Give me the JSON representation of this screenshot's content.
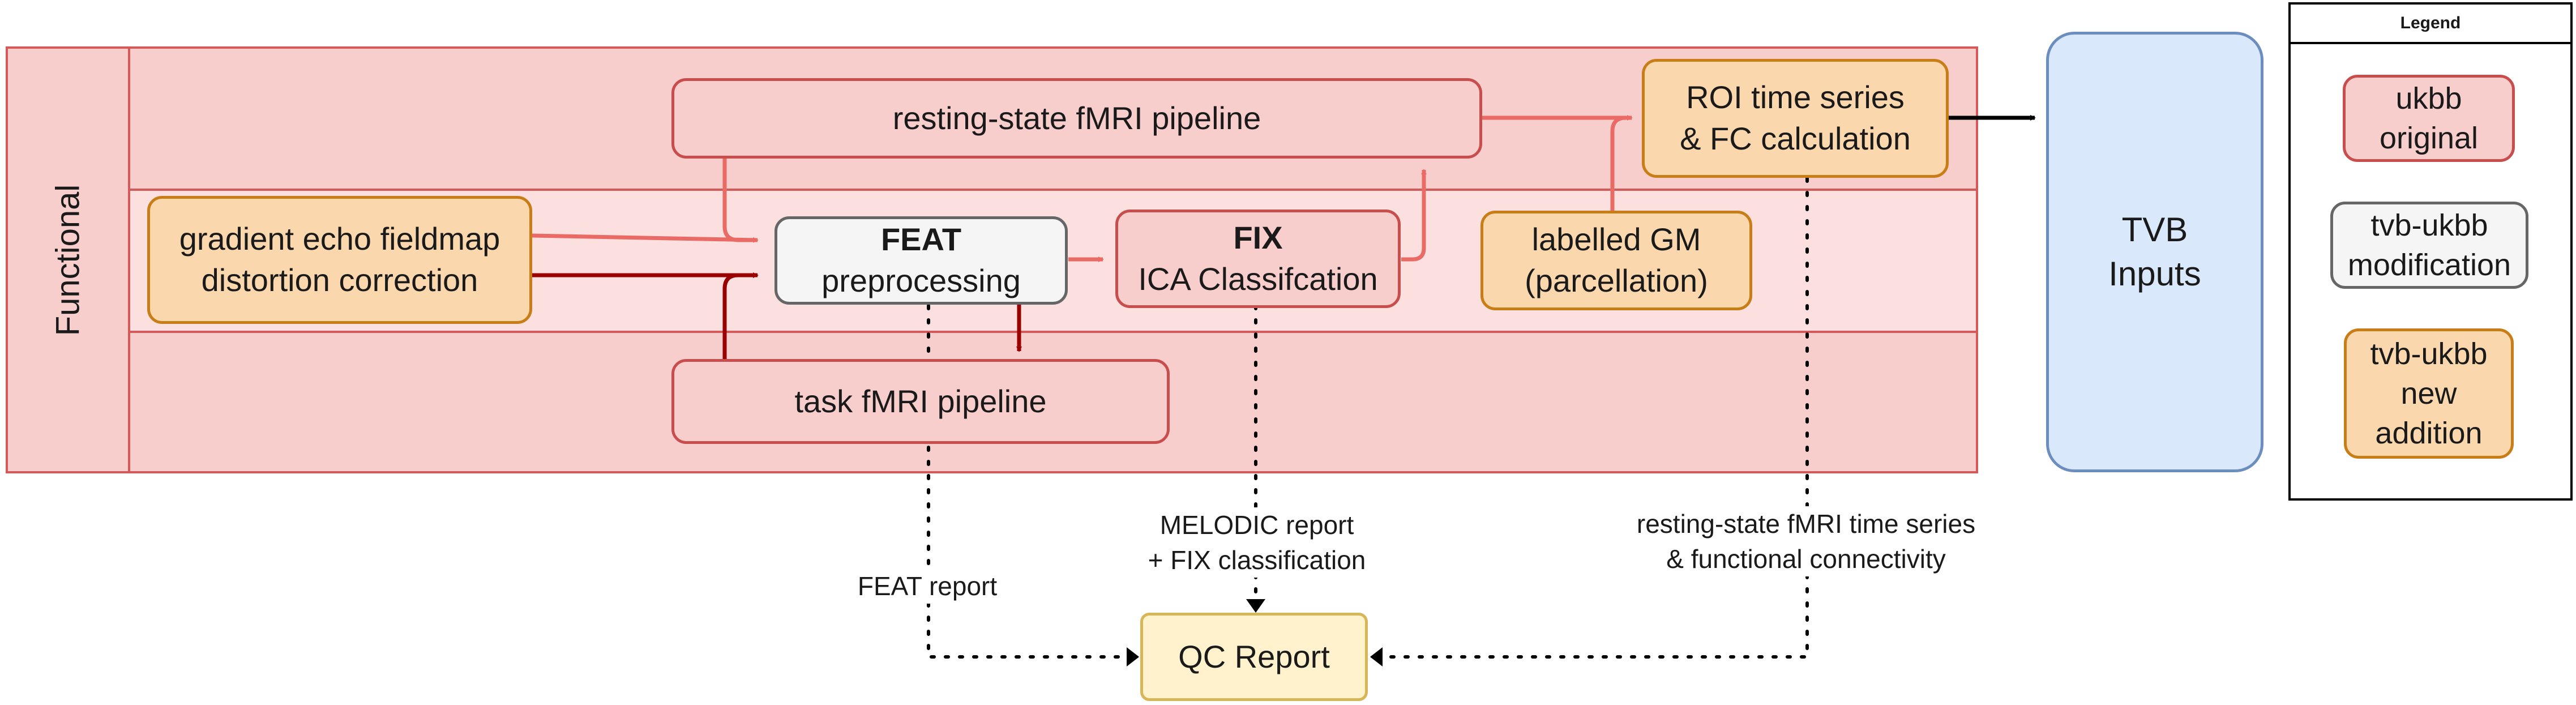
{
  "group": {
    "title": "Functional"
  },
  "nodes": {
    "resting_pipeline": "resting-state fMRI pipeline",
    "roi_line1": "ROI time series",
    "roi_line2": "& FC calculation",
    "fieldmap_line1": "gradient echo fieldmap",
    "fieldmap_line2": "distortion correction",
    "feat_title": "FEAT",
    "feat_sub": "preprocessing",
    "fix_title": "FIX",
    "fix_sub": "ICA Classifcation",
    "gm_line1": "labelled GM",
    "gm_line2": "(parcellation)",
    "task_pipeline": "task fMRI pipeline",
    "tvb_line1": "TVB",
    "tvb_line2": "Inputs",
    "qc_report": "QC Report"
  },
  "edge_labels": {
    "melodic_line1": "MELODIC report",
    "melodic_line2": "+ FIX classification",
    "feat_report": "FEAT report",
    "rs_line1": "resting-state fMRI time series",
    "rs_line2": "& functional connectivity"
  },
  "legend": {
    "title": "Legend",
    "ukbb_line1": "ukbb",
    "ukbb_line2": "original",
    "mod_line1": "tvb-ukbb",
    "mod_line2": "modification",
    "new_line1": "tvb-ukbb",
    "new_line2": "new",
    "new_line3": "addition"
  },
  "colors": {
    "ukbb_original": "#f8cecc",
    "tvb_ukbb_modification": "#f5f5f5",
    "tvb_ukbb_new_addition": "#fad7ac",
    "tvb_inputs": "#dae8fc",
    "qc_report": "#fff2cc",
    "arrow_light": "#ea6b66",
    "arrow_dark": "#990000"
  }
}
